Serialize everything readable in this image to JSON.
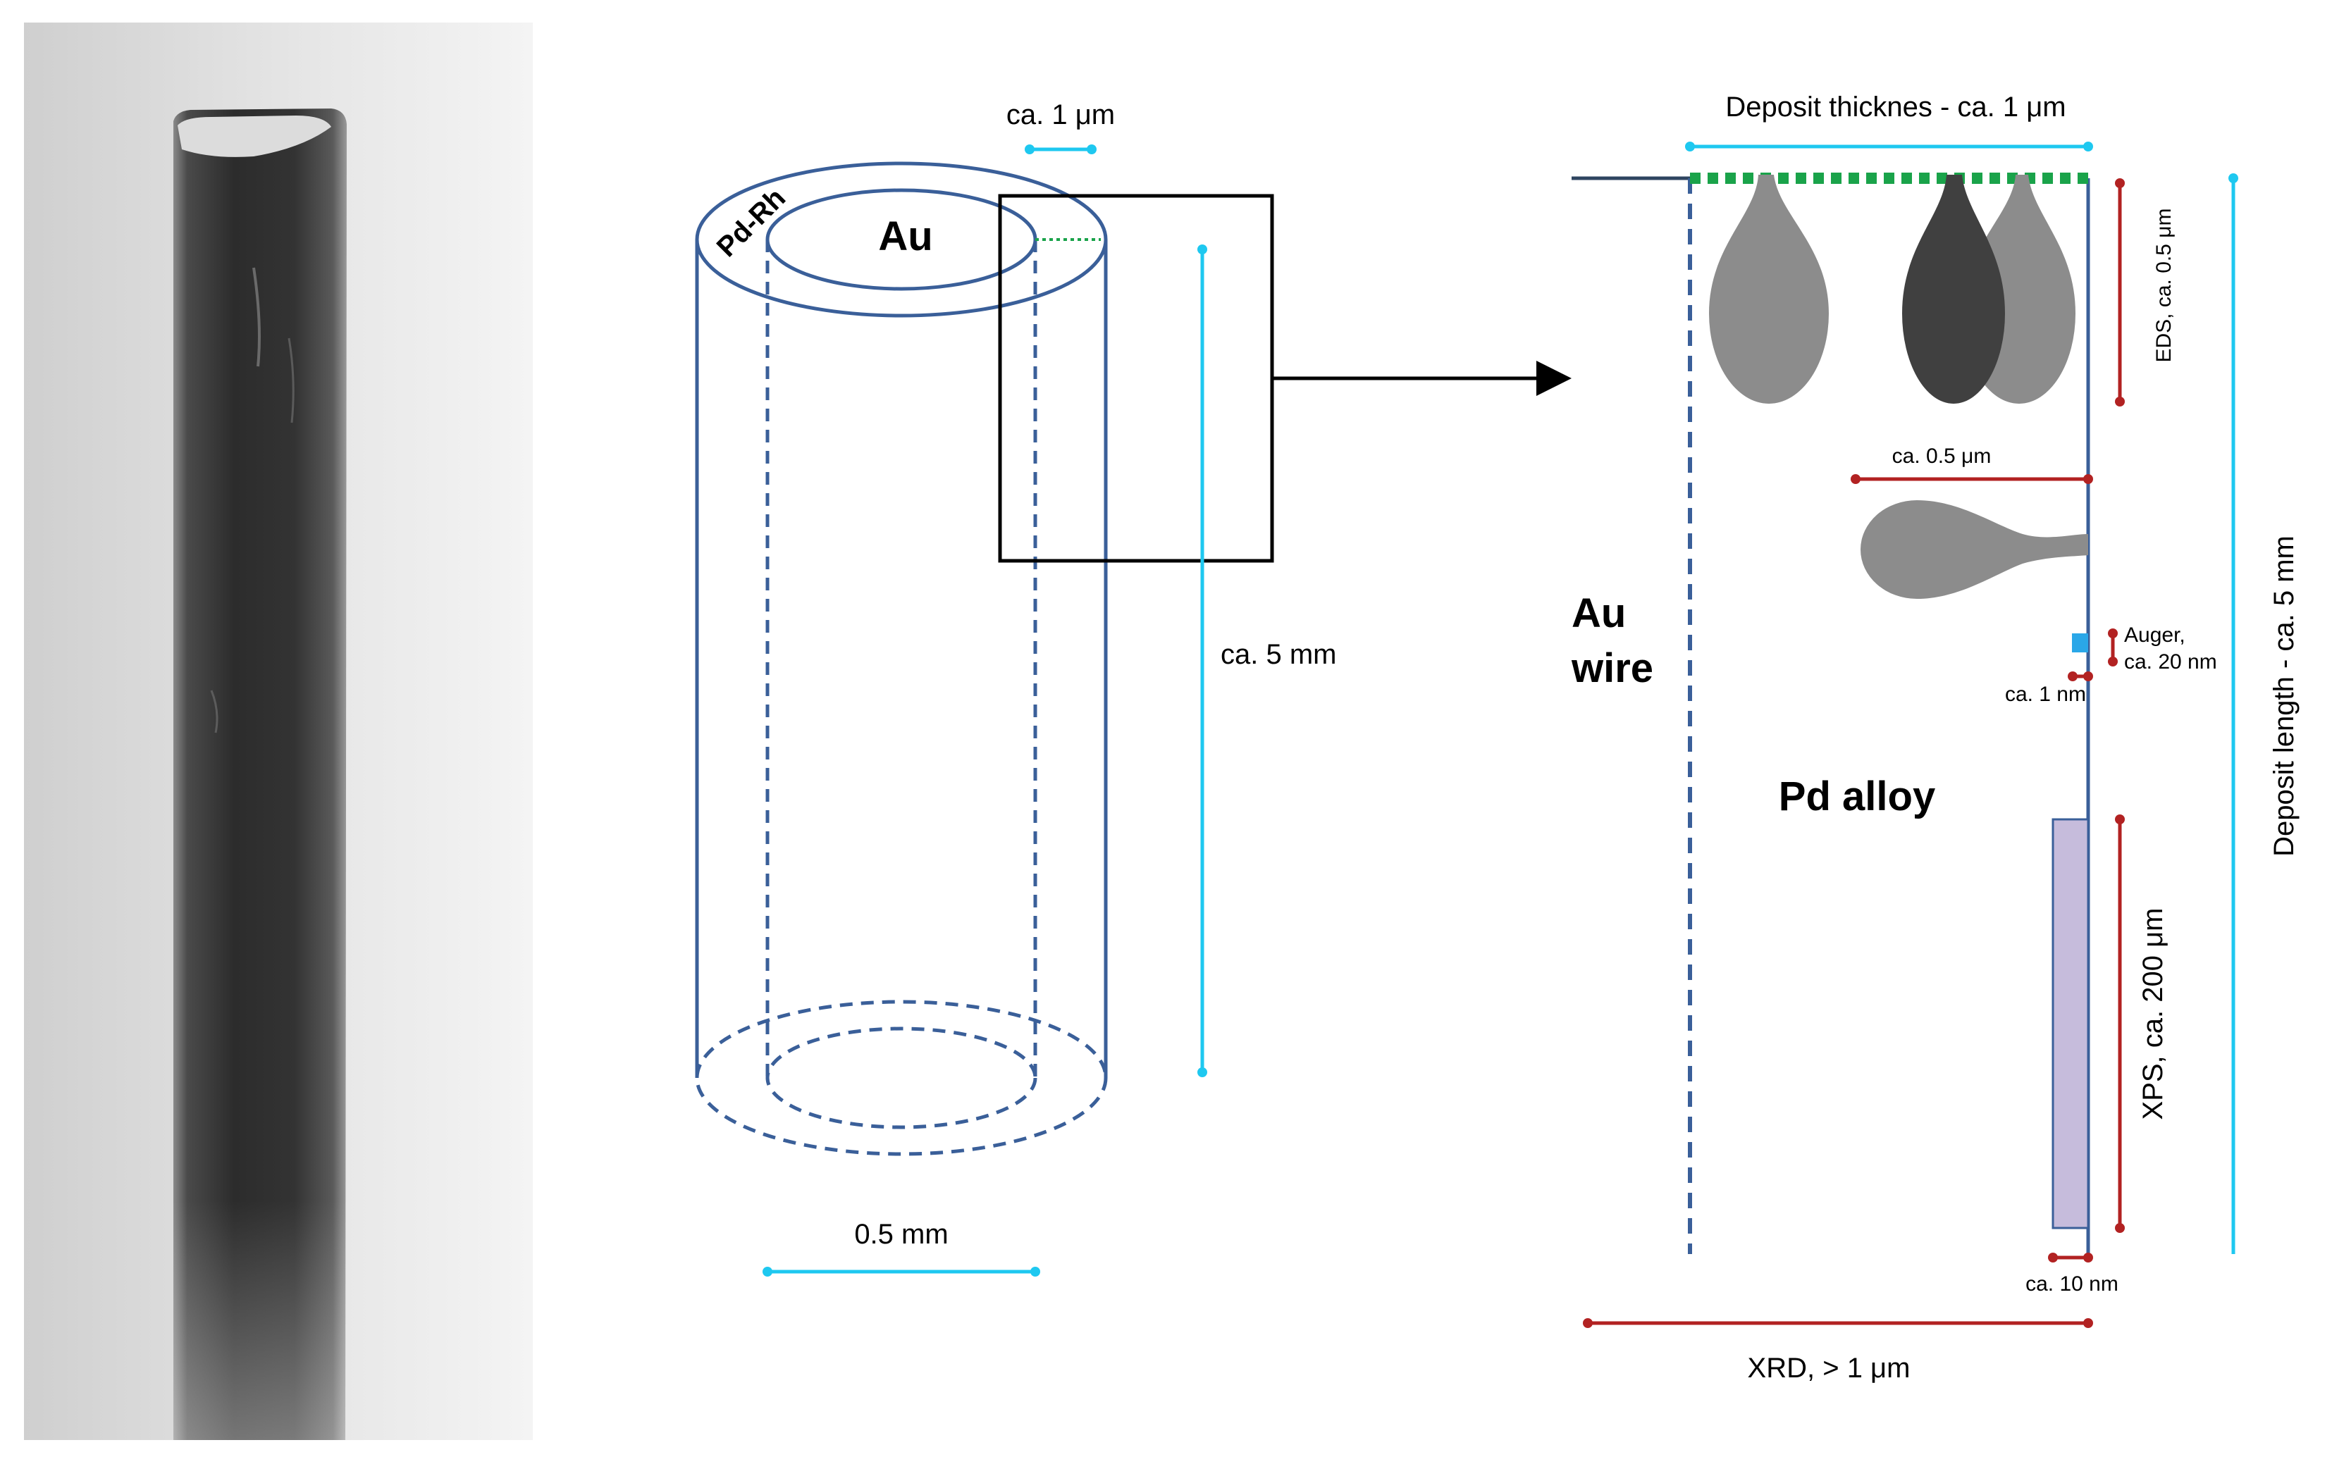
{
  "colors": {
    "cyan": "#1ec8f0",
    "blue_outline": "#3a5f99",
    "dark_red": "#b22222",
    "green_dotted": "#1aa34a",
    "drop_light": "#8c8c8c",
    "drop_dark": "#404040",
    "xps_fill": "#c6bcdc",
    "auger_fill": "#2aa7e8",
    "black": "#000000"
  },
  "cylinder": {
    "pd_rh_label": "Pd-Rh",
    "au_label": "Au",
    "thickness_label": "ca. 1 μm",
    "length_label": "ca. 5 mm",
    "diameter_label": "0.5 mm"
  },
  "detail": {
    "thickness_label": "Deposit thicknes - ca. 1 μm",
    "length_label": "Deposit length - ca. 5 mm",
    "au_wire_label_line1": "Au",
    "au_wire_label_line2": "wire",
    "pd_alloy_label": "Pd alloy",
    "eds_label": "EDS, ca. 0.5 μm",
    "eds_lateral_label": "ca. 0.5 μm",
    "auger_label_line1": "Auger,",
    "auger_label_line2": "ca. 20 nm",
    "auger_depth_label": "ca. 1 nm",
    "xps_label": "XPS, ca. 200 μm",
    "xps_depth_label": "ca. 10 nm",
    "xrd_label": "XRD, > 1 μm"
  }
}
